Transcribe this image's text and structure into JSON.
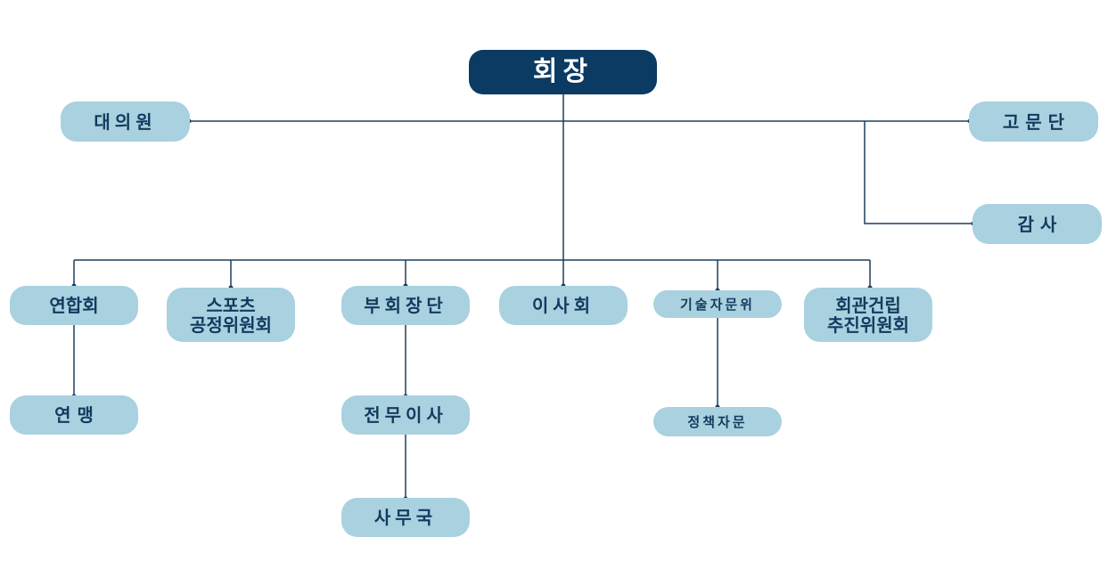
{
  "org_chart": {
    "root": "회장",
    "side_left": "대의원",
    "side_right": [
      "고 문 단",
      "감 사"
    ],
    "departments": [
      "연합회",
      "스포츠\n공정위원회",
      "부회장단",
      "이사회",
      "기술자문위",
      "회관건립\n추진위원회"
    ],
    "sub_units": [
      "연 맹",
      "전무이사",
      "사무국",
      "정책자문"
    ]
  },
  "colors": {
    "root_fill": "#0b3a63",
    "node_fill": "#a9d1e0",
    "node_text": "#133a5e",
    "connector": "#1e3f5e"
  }
}
